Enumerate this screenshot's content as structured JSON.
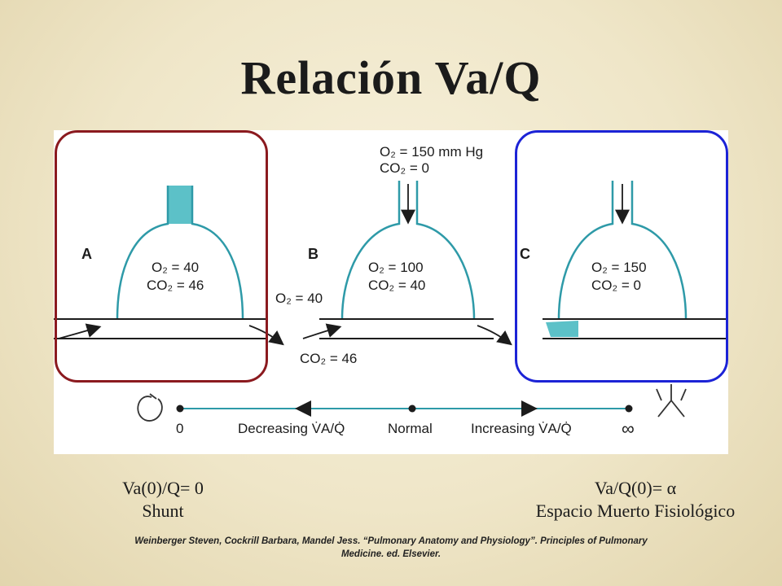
{
  "slide": {
    "title": "Relación Va/Q"
  },
  "figure": {
    "panels": [
      {
        "letter": "A",
        "o2": "O₂ = 40",
        "co2": "CO₂ = 46"
      },
      {
        "letter": "B",
        "o2": "O₂ = 100",
        "co2": "CO₂ = 40"
      },
      {
        "letter": "C",
        "o2": "O₂ = 150",
        "co2": "CO₂ = 0"
      }
    ],
    "inspired": {
      "o2": "O₂ = 150 mm Hg",
      "co2": "CO₂ = 0"
    },
    "venous": {
      "o2": "O₂ = 40",
      "co2": "CO₂ = 46"
    },
    "scale": {
      "left_label": "0",
      "decreasing_label": "Decreasing V̇A/Q̇",
      "normal_label": "Normal",
      "increasing_label": "Increasing V̇A/Q̇",
      "right_label": "∞"
    },
    "colors": {
      "teal": "#2e9aa8",
      "fill": "#5cc1c8",
      "box_red": "#8b1a1f",
      "box_blue": "#1c23d6"
    }
  },
  "captions": {
    "left_line1": "Va(0)/Q= 0",
    "left_line2": "Shunt",
    "right_line1": "Va/Q(0)= α",
    "right_line2": "Espacio Muerto Fisiológico"
  },
  "reference": {
    "line1": "Weinberger Steven, Cockrill Barbara, Mandel Jess. “Pulmonary Anatomy and Physiology”. Principles of Pulmonary",
    "line2": "Medicine. ed. Elsevier."
  }
}
